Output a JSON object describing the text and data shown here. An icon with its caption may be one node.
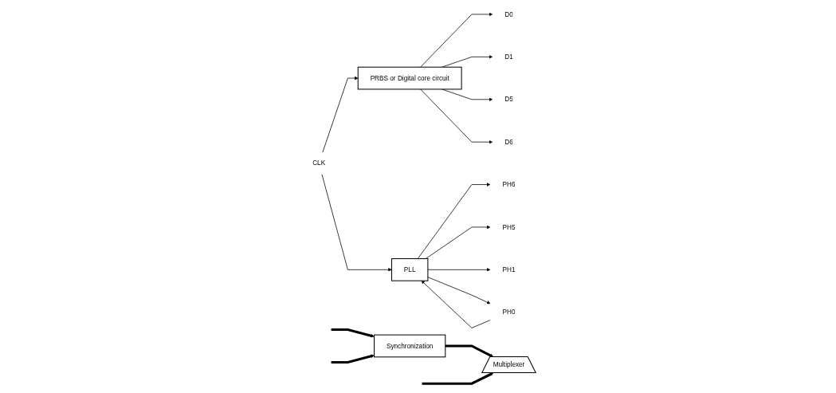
{
  "diagram": {
    "nodes": [
      {
        "text": [
          "PRBS or Digital core circuit"
        ]
      },
      {
        "text": [
          "D0"
        ]
      },
      {
        "text": [
          "D1"
        ]
      },
      {
        "text": [
          "D5"
        ]
      },
      {
        "text": [
          "D6"
        ]
      },
      {
        "text": [
          "Synchronization"
        ]
      },
      {
        "text": [
          "Multiplexer"
        ]
      },
      {
        "text": [
          "CLK"
        ]
      },
      {
        "text": [
          "PLL"
        ]
      },
      {
        "text": [
          "PH6"
        ]
      },
      {
        "text": [
          "PH5"
        ]
      },
      {
        "text": [
          "PH1"
        ]
      },
      {
        "text": [
          "PH0"
        ]
      }
    ],
    "edges": [
      {
        "from": 7,
        "to": 0,
        "arrow": "to"
      },
      {
        "from": 7,
        "to": 8,
        "arrow": "to"
      },
      {
        "from": 0,
        "to": 1,
        "arrow": "to"
      },
      {
        "from": 0,
        "to": 2,
        "arrow": "to"
      },
      {
        "from": 0,
        "to": 3,
        "arrow": "to"
      },
      {
        "from": 0,
        "to": 4,
        "arrow": "to"
      },
      {
        "from": 8,
        "to": 9,
        "arrow": "to"
      },
      {
        "from": 8,
        "to": 10,
        "arrow": "to"
      },
      {
        "from": 8,
        "to": 11,
        "arrow": "to"
      },
      {
        "from": 8,
        "to": 12,
        "arrow": "to"
      },
      {
        "from": 12,
        "to": 8,
        "arrow": "to"
      },
      {
        "from": null,
        "to": 5,
        "arrow": "to",
        "style": "thick"
      },
      {
        "from": 5,
        "to": 6,
        "arrow": "to",
        "style": "thick"
      },
      {
        "from": null,
        "to": 6,
        "arrow": "to",
        "style": "thick"
      },
      {
        "from": null,
        "to": 5,
        "arrow": "to",
        "style": "thick"
      }
    ]
  }
}
